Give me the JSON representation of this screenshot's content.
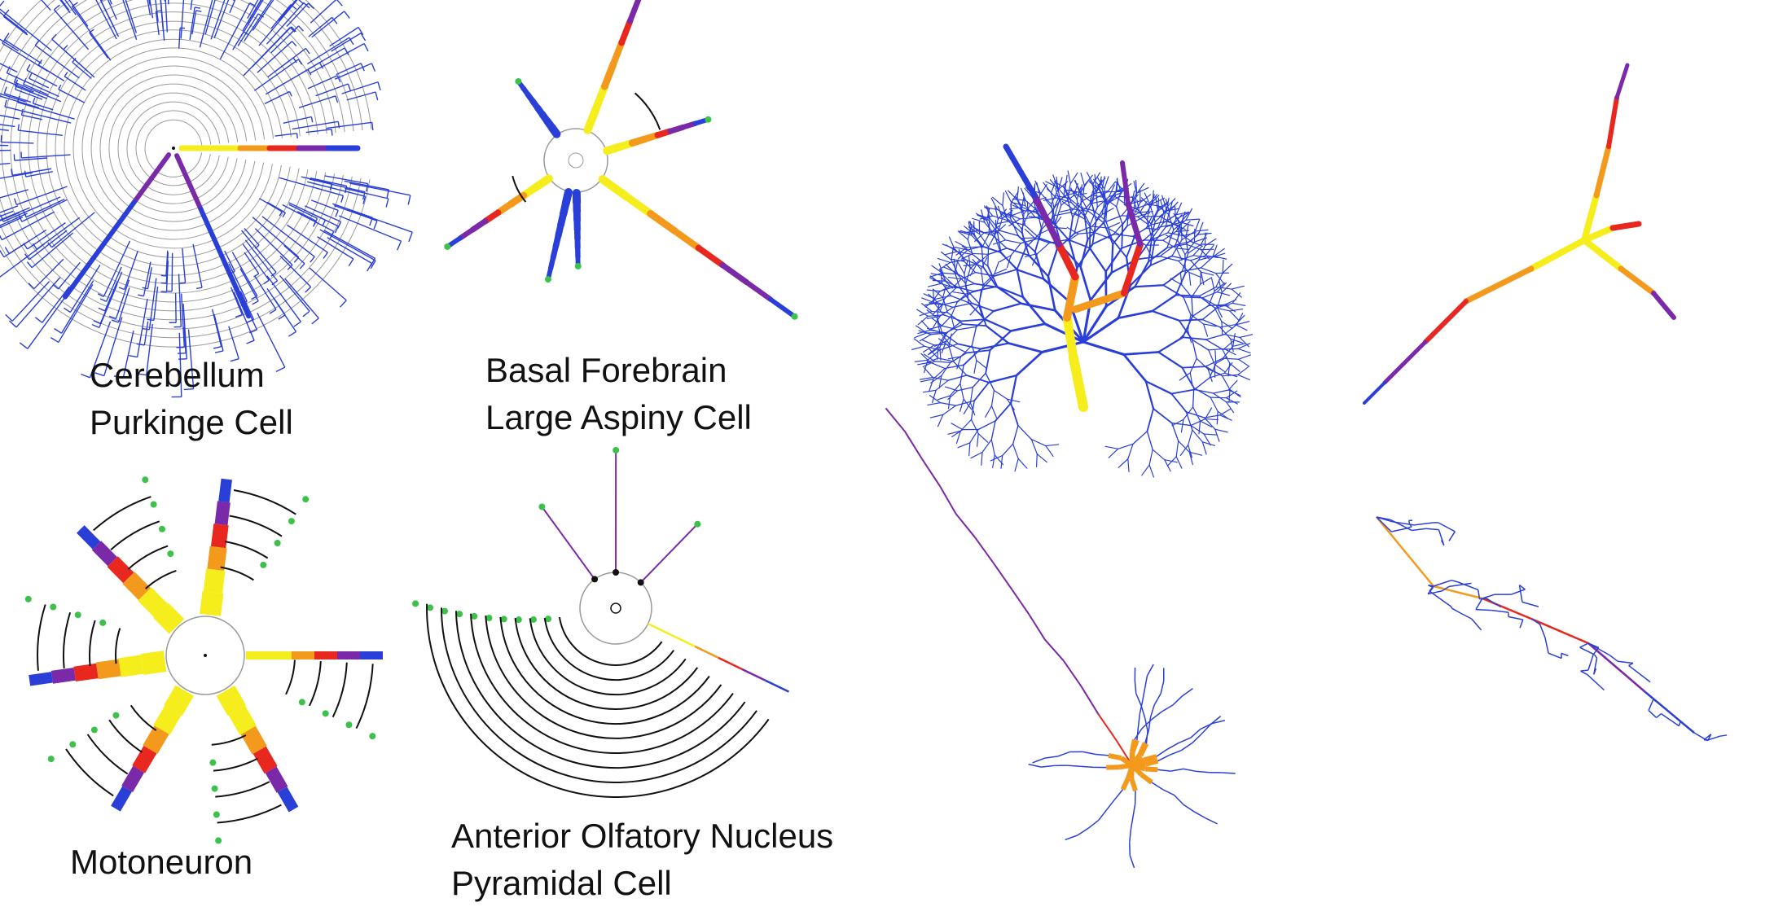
{
  "panels": [
    {
      "id": "cerebellum-purkinje",
      "caption": [
        "Cerebellum",
        "Purkinge Cell"
      ]
    },
    {
      "id": "basal-forebrain-large-aspiny",
      "caption": [
        "Basal Forebrain",
        "Large Aspiny Cell"
      ]
    },
    {
      "id": "motoneuron",
      "caption": [
        "Motoneuron"
      ]
    },
    {
      "id": "anterior-olfactory-pyramidal",
      "caption": [
        "Anterior Olfatory Nucleus",
        "Pyramidal Cell"
      ]
    }
  ],
  "colors": {
    "dendrite_blue": "#2a3fd8",
    "purple": "#7a2aa8",
    "red": "#e8281e",
    "orange": "#f39a1c",
    "yellow": "#f5ee1c",
    "tip_green": "#3cc24a",
    "ring_gray": "#9a9a9a",
    "arc_black": "#111111"
  }
}
